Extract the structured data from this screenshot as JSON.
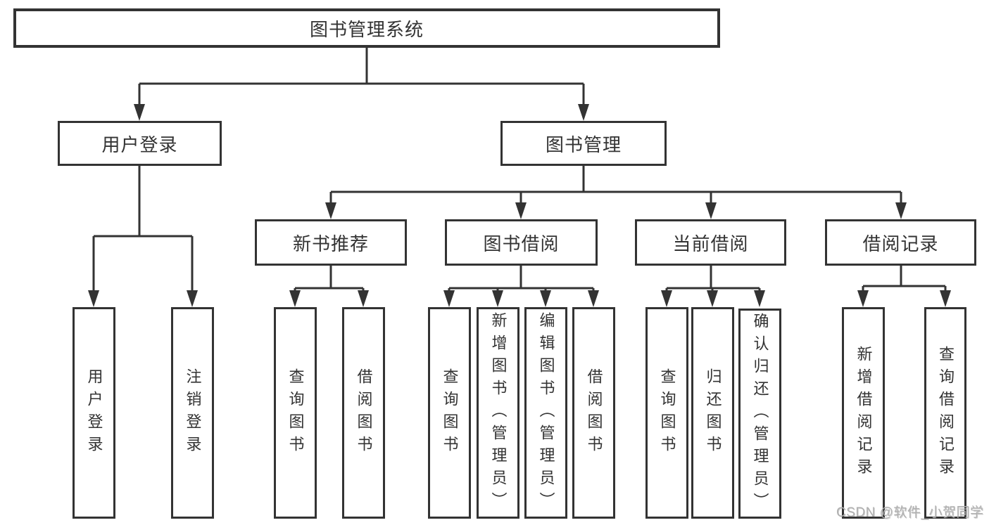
{
  "colors": {
    "background": "#ffffff",
    "line": "#333333",
    "box_border": "#333333",
    "text": "#333333",
    "watermark": "#b0b0b0"
  },
  "watermark": {
    "text": "CSDN @软件_小贺同学"
  },
  "tree": {
    "root": {
      "label": "图书管理系统"
    },
    "user_login_branch": {
      "label": "用户登录",
      "children": [
        {
          "label": "用户登录"
        },
        {
          "label": "注销登录"
        }
      ]
    },
    "book_mgmt_branch": {
      "label": "图书管理",
      "children": [
        {
          "label": "新书推荐",
          "children": [
            {
              "label": "查询图书"
            },
            {
              "label": "借阅图书"
            }
          ]
        },
        {
          "label": "图书借阅",
          "children": [
            {
              "label": "查询图书"
            },
            {
              "label": "新增图书（管理员）"
            },
            {
              "label": "编辑图书（管理员）"
            },
            {
              "label": "借阅图书"
            }
          ]
        },
        {
          "label": "当前借阅",
          "children": [
            {
              "label": "查询图书"
            },
            {
              "label": "归还图书"
            },
            {
              "label": "确认归还（管理员）"
            }
          ]
        },
        {
          "label": "借阅记录",
          "children": [
            {
              "label": "新增借阅记录"
            },
            {
              "label": "查询借阅记录"
            }
          ]
        }
      ]
    }
  }
}
